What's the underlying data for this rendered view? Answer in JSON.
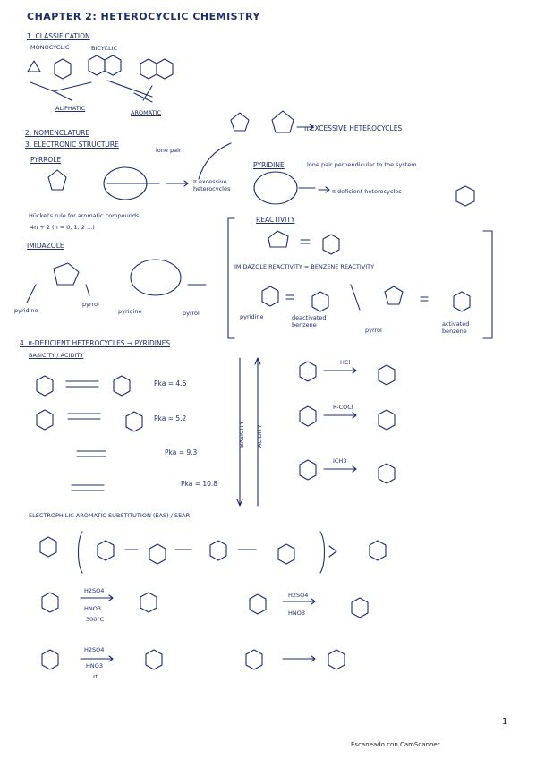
{
  "title": "CHAPTER 2: HETEROCYCLIC CHEMISTRY",
  "sections": {
    "classification": "1. CLASSIFICATION",
    "monocyclic": "MONOCYCLIC",
    "bicyclic": "BICYCLIC",
    "aliphatic": "ALIPHATIC",
    "aromatic": "AROMATIC",
    "nomenclature": "2. NOMENCLATURE",
    "electronic": "3. ELECTRONIC STRUCTURE",
    "pyrrole": "PYRROLE",
    "lone_pair": "lone pair",
    "pi_excessive_arrow": "π excessive heterocycles",
    "pi_excessive_top": "π EXCESSIVE HETEROCYCLES",
    "pyridine": "PYRIDINE",
    "pyridine_note": "lone pair perpendicular to the system.",
    "pi_deficient": "π deficient heterocycles",
    "huckel": "Hückel's rule for aromatic compounds:",
    "huckel_formula": "4n + 2 (n = 0, 1, 2 ...)",
    "imidazole": "IMIDAZOLE",
    "pyridine_like": "pyridine",
    "pyrrol_like": "pyrrol",
    "reactivity": "REACTIVITY",
    "reactivity_note": "IMIDAZOLE REACTIVITY ≃ BENZENE REACTIVITY",
    "deactivated_benzene": "deactivated benzene",
    "activated_benzene": "activated benzene",
    "pi_deficient_section": "4. π-DEFICIENT HETEROCYCLES → PYRIDINES",
    "basicity": "BASICITY / ACIDITY",
    "pka1": "Pka = 4.6",
    "pka2": "Pka = 5.2",
    "pka3": "Pka = 9.3",
    "pka4": "Pka = 10.8",
    "basicity_axis": "BASICITY",
    "acidity_axis": "ACIDITY",
    "reagent_hcl": "HCl",
    "reagent_rcocl": "R-COCl",
    "reagent_ch3i": "ICH3",
    "eas": "ELECTROPHILIC AROMATIC SUBSTITUTION (EAS) / SEAR",
    "h2so4": "H2SO4",
    "hno3": "HNO3",
    "temp300": "300°C",
    "rt": "rt",
    "page_number": "1",
    "footer": "Escaneado con CamScanner"
  }
}
